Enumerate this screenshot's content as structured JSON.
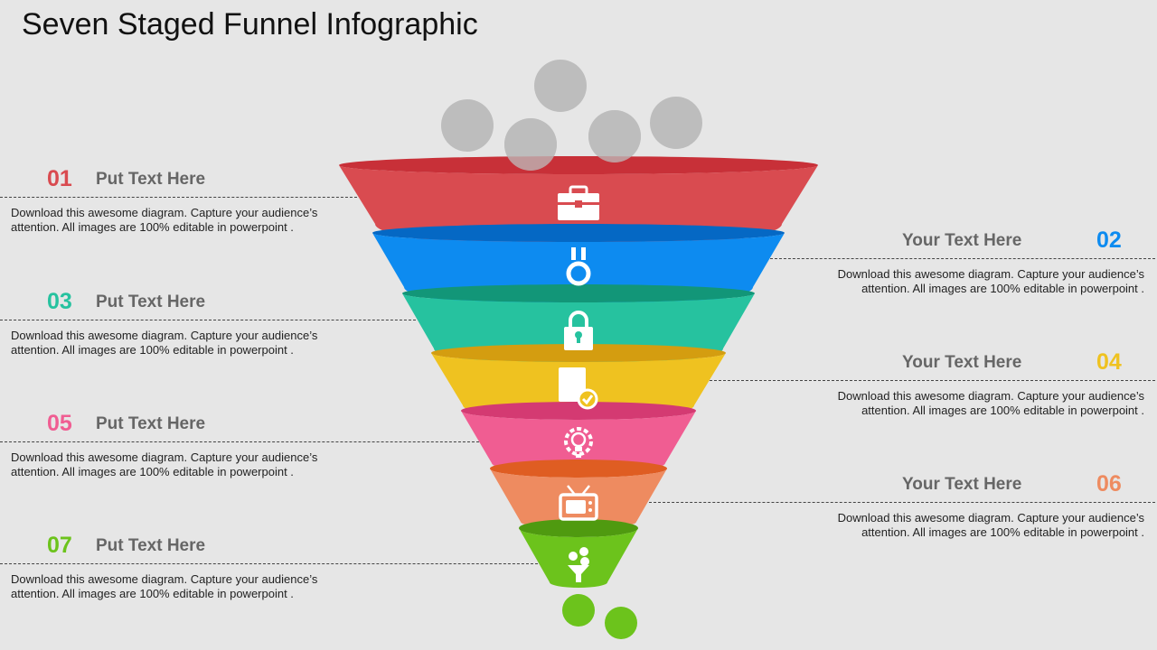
{
  "title": "Seven Staged Funnel Infographic",
  "colors": {
    "background": "#e6e6e6",
    "ball_gray": "#bdbdbd",
    "ball_green": "#6cc31c"
  },
  "stages": [
    {
      "number": "01",
      "heading": "Put Text Here",
      "desc_line1": "Download this awesome diagram. Capture your audience’s",
      "desc_line2": "attention. All images are 100% editable in powerpoint .",
      "color": "#d94b50",
      "rim": "#c83038",
      "icon": "briefcase-icon",
      "side": "left"
    },
    {
      "number": "02",
      "heading": "Your Text Here",
      "desc_line1": "Download this awesome diagram. Capture your audience’s",
      "desc_line2": "attention. All images are 100% editable in powerpoint .",
      "color": "#0d8bf0",
      "rim": "#0568c4",
      "icon": "medal-icon",
      "side": "right"
    },
    {
      "number": "03",
      "heading": "Put Text Here",
      "desc_line1": "Download this awesome diagram. Capture your audience’s",
      "desc_line2": "attention. All images are 100% editable in powerpoint .",
      "color": "#26c29f",
      "rim": "#129678",
      "icon": "padlock-icon",
      "side": "left"
    },
    {
      "number": "04",
      "heading": "Your Text Here",
      "desc_line1": "Download this awesome diagram. Capture your audience’s",
      "desc_line2": "attention. All images are 100% editable in powerpoint .",
      "color": "#efc220",
      "rim": "#d49d10",
      "icon": "document-check-icon",
      "side": "right"
    },
    {
      "number": "05",
      "heading": "Put Text Here",
      "desc_line1": "Download this awesome diagram. Capture your audience’s",
      "desc_line2": "attention. All images are 100% editable in powerpoint .",
      "color": "#f05d92",
      "rim": "#d43a72",
      "icon": "lightbulb-gear-icon",
      "side": "left"
    },
    {
      "number": "06",
      "heading": "Your Text Here",
      "desc_line1": "Download this awesome diagram. Capture your audience’s",
      "desc_line2": "attention. All images are 100% editable in powerpoint .",
      "color": "#ee8b60",
      "rim": "#df5d22",
      "icon": "television-icon",
      "side": "right"
    },
    {
      "number": "07",
      "heading": "Put Text Here",
      "desc_line1": "Download this awesome diagram. Capture your audience’s",
      "desc_line2": "attention. All images are 100% editable in powerpoint .",
      "color": "#6cc31c",
      "rim": "#4f9a10",
      "icon": "money-funnel-icon",
      "side": "left"
    }
  ]
}
